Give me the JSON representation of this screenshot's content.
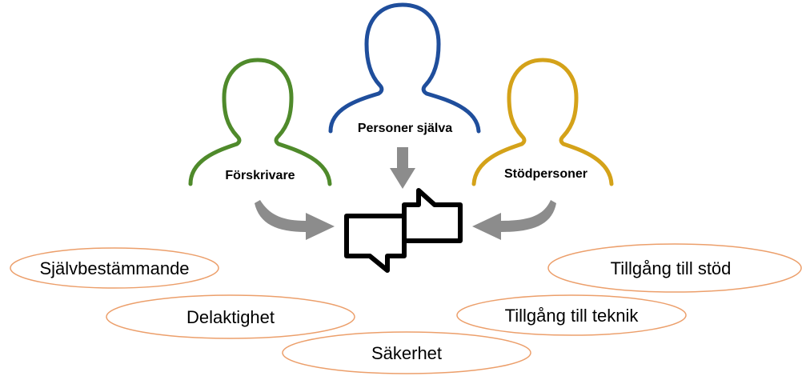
{
  "people": [
    {
      "id": "forskrivare",
      "label": "Förskrivare",
      "color": "#4f8a2b"
    },
    {
      "id": "personer-sjalva",
      "label": "Personer själva",
      "color": "#1f4e9c"
    },
    {
      "id": "stodpersoner",
      "label": "Stödpersoner",
      "color": "#d4a219"
    }
  ],
  "values": [
    {
      "id": "sjalvbestammande",
      "label": "Självbestämmande"
    },
    {
      "id": "delaktighet",
      "label": "Delaktighet"
    },
    {
      "id": "sakerhet",
      "label": "Säkerhet"
    },
    {
      "id": "tillgang-stod",
      "label": "Tillgång till stöd"
    },
    {
      "id": "tillgang-teknik",
      "label": "Tillgång till teknik"
    }
  ],
  "colors": {
    "arrow": "#8c8c8c",
    "ellipse_stroke": "#ec9f6b",
    "speech_icon": "#000000"
  },
  "icons": {
    "dialogue": "speech-bubbles-icon",
    "person": "person-icon",
    "arrow": "arrow-icon"
  }
}
